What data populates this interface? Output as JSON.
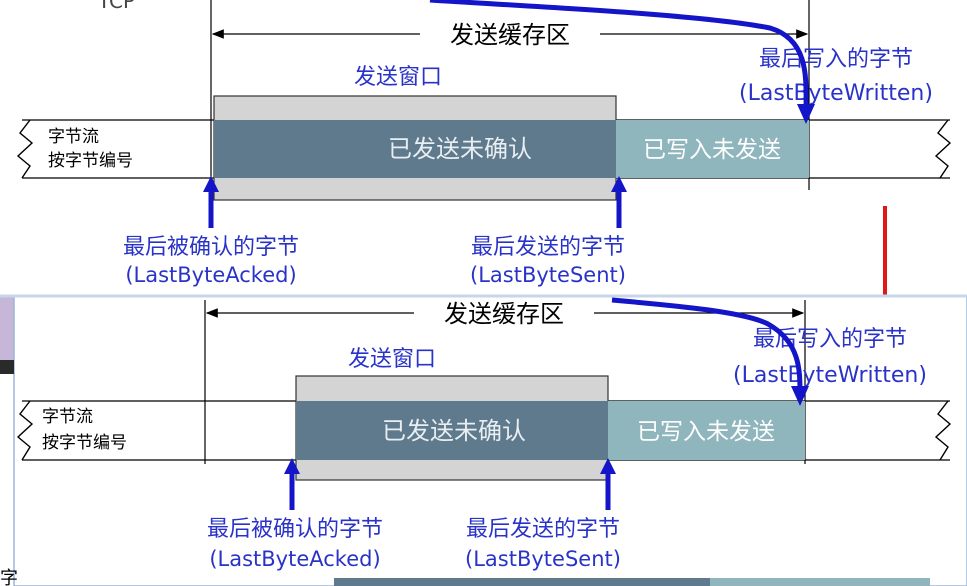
{
  "top": {
    "cut_label": "TCP",
    "buffer_label": "发送缓存区",
    "window_label": "发送窗口",
    "stream_label_1": "字节流",
    "stream_label_2": "按字节编号",
    "sent_unacked": "已发送未确认",
    "written_unsent": "已写入未发送",
    "last_written_cn": "最后写入的字节",
    "last_written_en": "(LastByteWritten)",
    "last_acked_cn": "最后被确认的字节",
    "last_acked_en": "(LastByteAcked)",
    "last_sent_cn": "最后发送的字节",
    "last_sent_en": "(LastByteSent)"
  },
  "bottom": {
    "buffer_label": "发送缓存区",
    "window_label": "发送窗口",
    "stream_label_1": "字节流",
    "stream_label_2": "按字节编号",
    "sent_unacked": "已发送未确认",
    "written_unsent": "已写入未发送",
    "last_written_cn": "最后写入的字节",
    "last_written_en": "(LastByteWritten)",
    "last_acked_cn": "最后被确认的字节",
    "last_acked_en": "(LastByteAcked)",
    "last_sent_cn": "最后发送的字节",
    "last_sent_en": "(LastByteSent)"
  },
  "background_fragment": "字",
  "colors": {
    "sent_unacked": "#5e7a8c",
    "written_unsent": "#8fb5bd",
    "window_bg": "#d4d4d4",
    "label_blue": "#2a33c8",
    "arrow_blue": "#1414c8",
    "transition_arrow": "#e01818",
    "line": "#000000"
  }
}
